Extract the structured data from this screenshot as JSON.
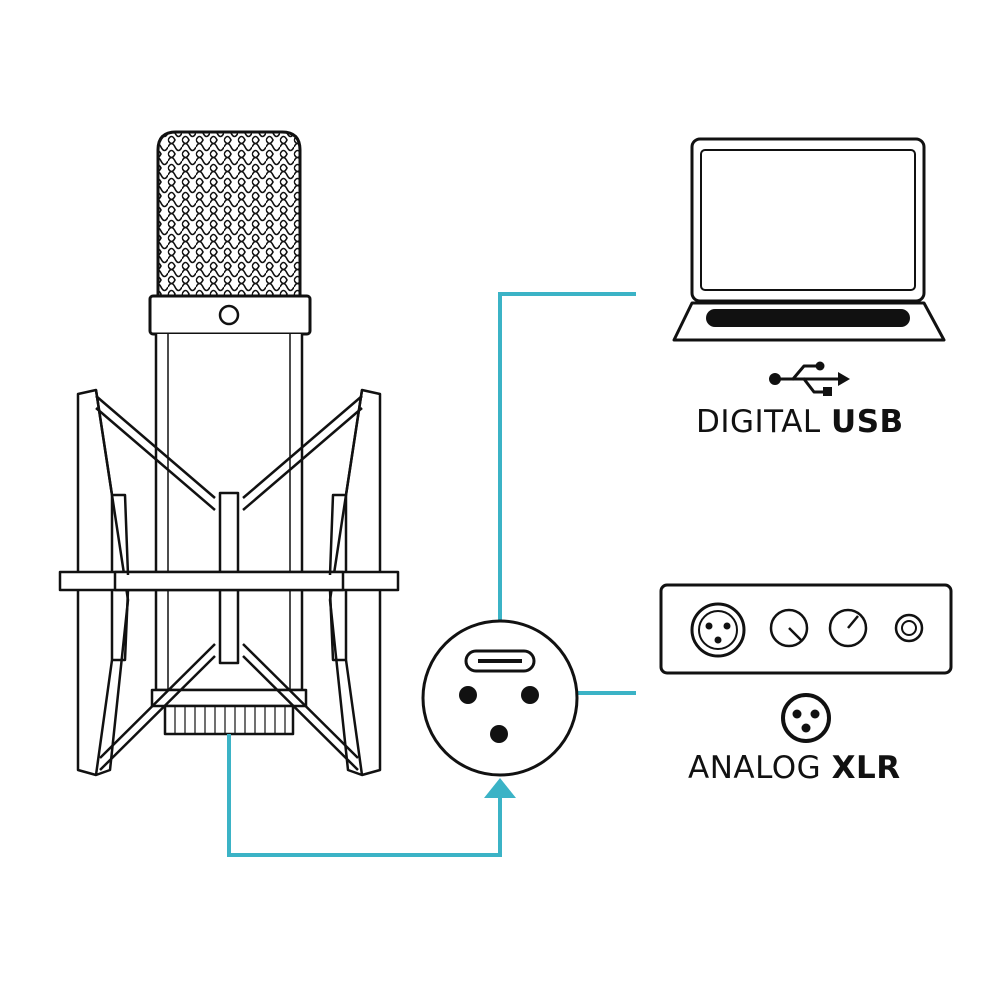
{
  "labels": {
    "usb_prefix": "DIGITAL",
    "usb_suffix": "USB",
    "xlr_prefix": "ANALOG",
    "xlr_suffix": "XLR"
  },
  "colors": {
    "cable": "#3bb3c6",
    "line": "#111111",
    "background": "#ffffff"
  },
  "icons": [
    "microphone-icon",
    "laptop-icon",
    "usb-symbol-icon",
    "audio-interface-icon",
    "xlr-symbol-icon",
    "connector-icon"
  ]
}
